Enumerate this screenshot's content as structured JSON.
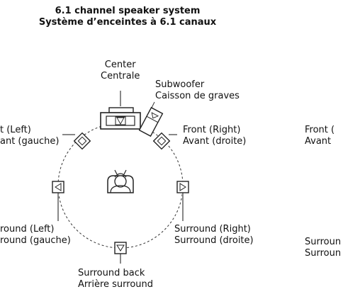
{
  "title": {
    "line1": "6.1 channel speaker system",
    "line2": "Système d’enceintes à 6.1 canaux"
  },
  "labels": {
    "center": [
      "Center",
      "Centrale"
    ],
    "subwoofer": [
      "Subwoofer",
      "Caisson de graves"
    ],
    "front_left": [
      "t (Left)",
      "ant (gauche)"
    ],
    "front_right": [
      "Front (Right)",
      "Avant (droite)"
    ],
    "surround_left": [
      "round (Left)",
      "round (gauche)"
    ],
    "surround_right": [
      "Surround (Right)",
      "Surround (droite)"
    ],
    "surround_back": [
      "Surround back",
      "Arrière surround"
    ],
    "next_front": [
      "Front (",
      "Avant"
    ],
    "next_surround": [
      "Surroun",
      "Surroun"
    ]
  }
}
